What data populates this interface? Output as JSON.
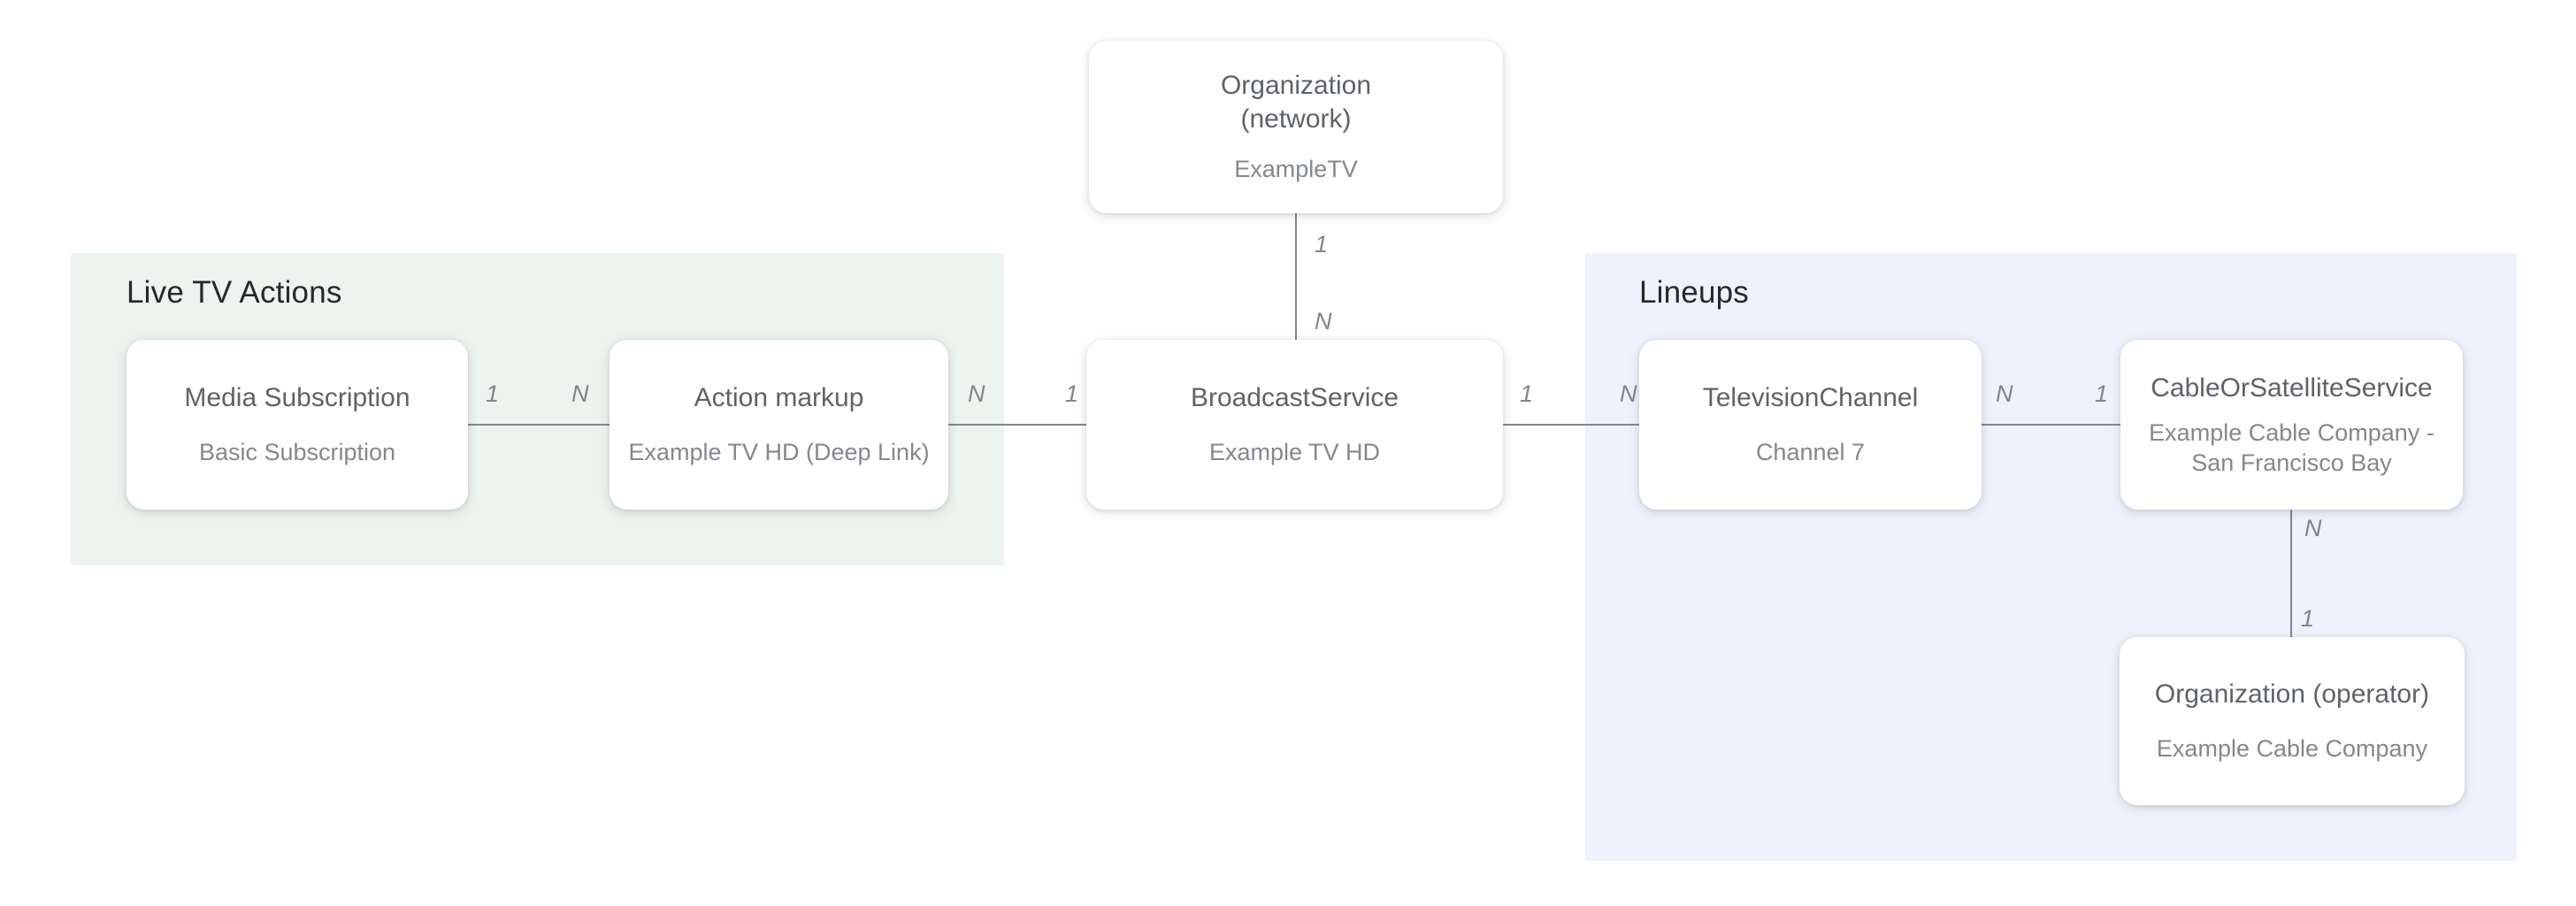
{
  "diagram": {
    "regions": {
      "live_tv_actions": {
        "title": "Live TV Actions"
      },
      "lineups": {
        "title": "Lineups"
      }
    },
    "entities": {
      "org_network": {
        "title": "Organization\n(network)",
        "subtitle": "ExampleTV"
      },
      "media_subscription": {
        "title": "Media Subscription",
        "subtitle": "Basic Subscription"
      },
      "action_markup": {
        "title": "Action markup",
        "subtitle": "Example TV HD (Deep Link)"
      },
      "broadcast_service": {
        "title": "BroadcastService",
        "subtitle": "Example TV HD"
      },
      "television_channel": {
        "title": "TelevisionChannel",
        "subtitle": "Channel 7"
      },
      "cable_or_satellite_service": {
        "title": "CableOrSatelliteService",
        "subtitle": "Example Cable Company -\nSan Francisco Bay"
      },
      "org_operator": {
        "title": "Organization (operator)",
        "subtitle": "Example Cable Company"
      }
    },
    "connections": {
      "org_network_to_broadcast": {
        "from": "org_network",
        "to": "broadcast_service",
        "from_card": "1",
        "to_card": "N"
      },
      "media_to_action": {
        "from": "media_subscription",
        "to": "action_markup",
        "from_card": "1",
        "to_card": "N"
      },
      "action_to_broadcast": {
        "from": "action_markup",
        "to": "broadcast_service",
        "from_card": "N",
        "to_card": "1"
      },
      "broadcast_to_tvchannel": {
        "from": "broadcast_service",
        "to": "television_channel",
        "from_card": "1",
        "to_card": "N"
      },
      "tvchannel_to_cable": {
        "from": "television_channel",
        "to": "cable_or_satellite_service",
        "from_card": "N",
        "to_card": "1"
      },
      "cable_to_operator": {
        "from": "cable_or_satellite_service",
        "to": "org_operator",
        "from_card": "N",
        "to_card": "1"
      }
    },
    "colors": {
      "region_live_tv_actions_bg": "#EBF4EF",
      "region_lineups_bg": "#EEF2FC",
      "entity_bg": "#FFFFFF",
      "connector_line": "#83878B",
      "region_title_text": "#27292B",
      "entity_title_text": "#5F6368",
      "entity_subtitle_text": "#84888D",
      "cardinality_text": "#80868B"
    }
  }
}
